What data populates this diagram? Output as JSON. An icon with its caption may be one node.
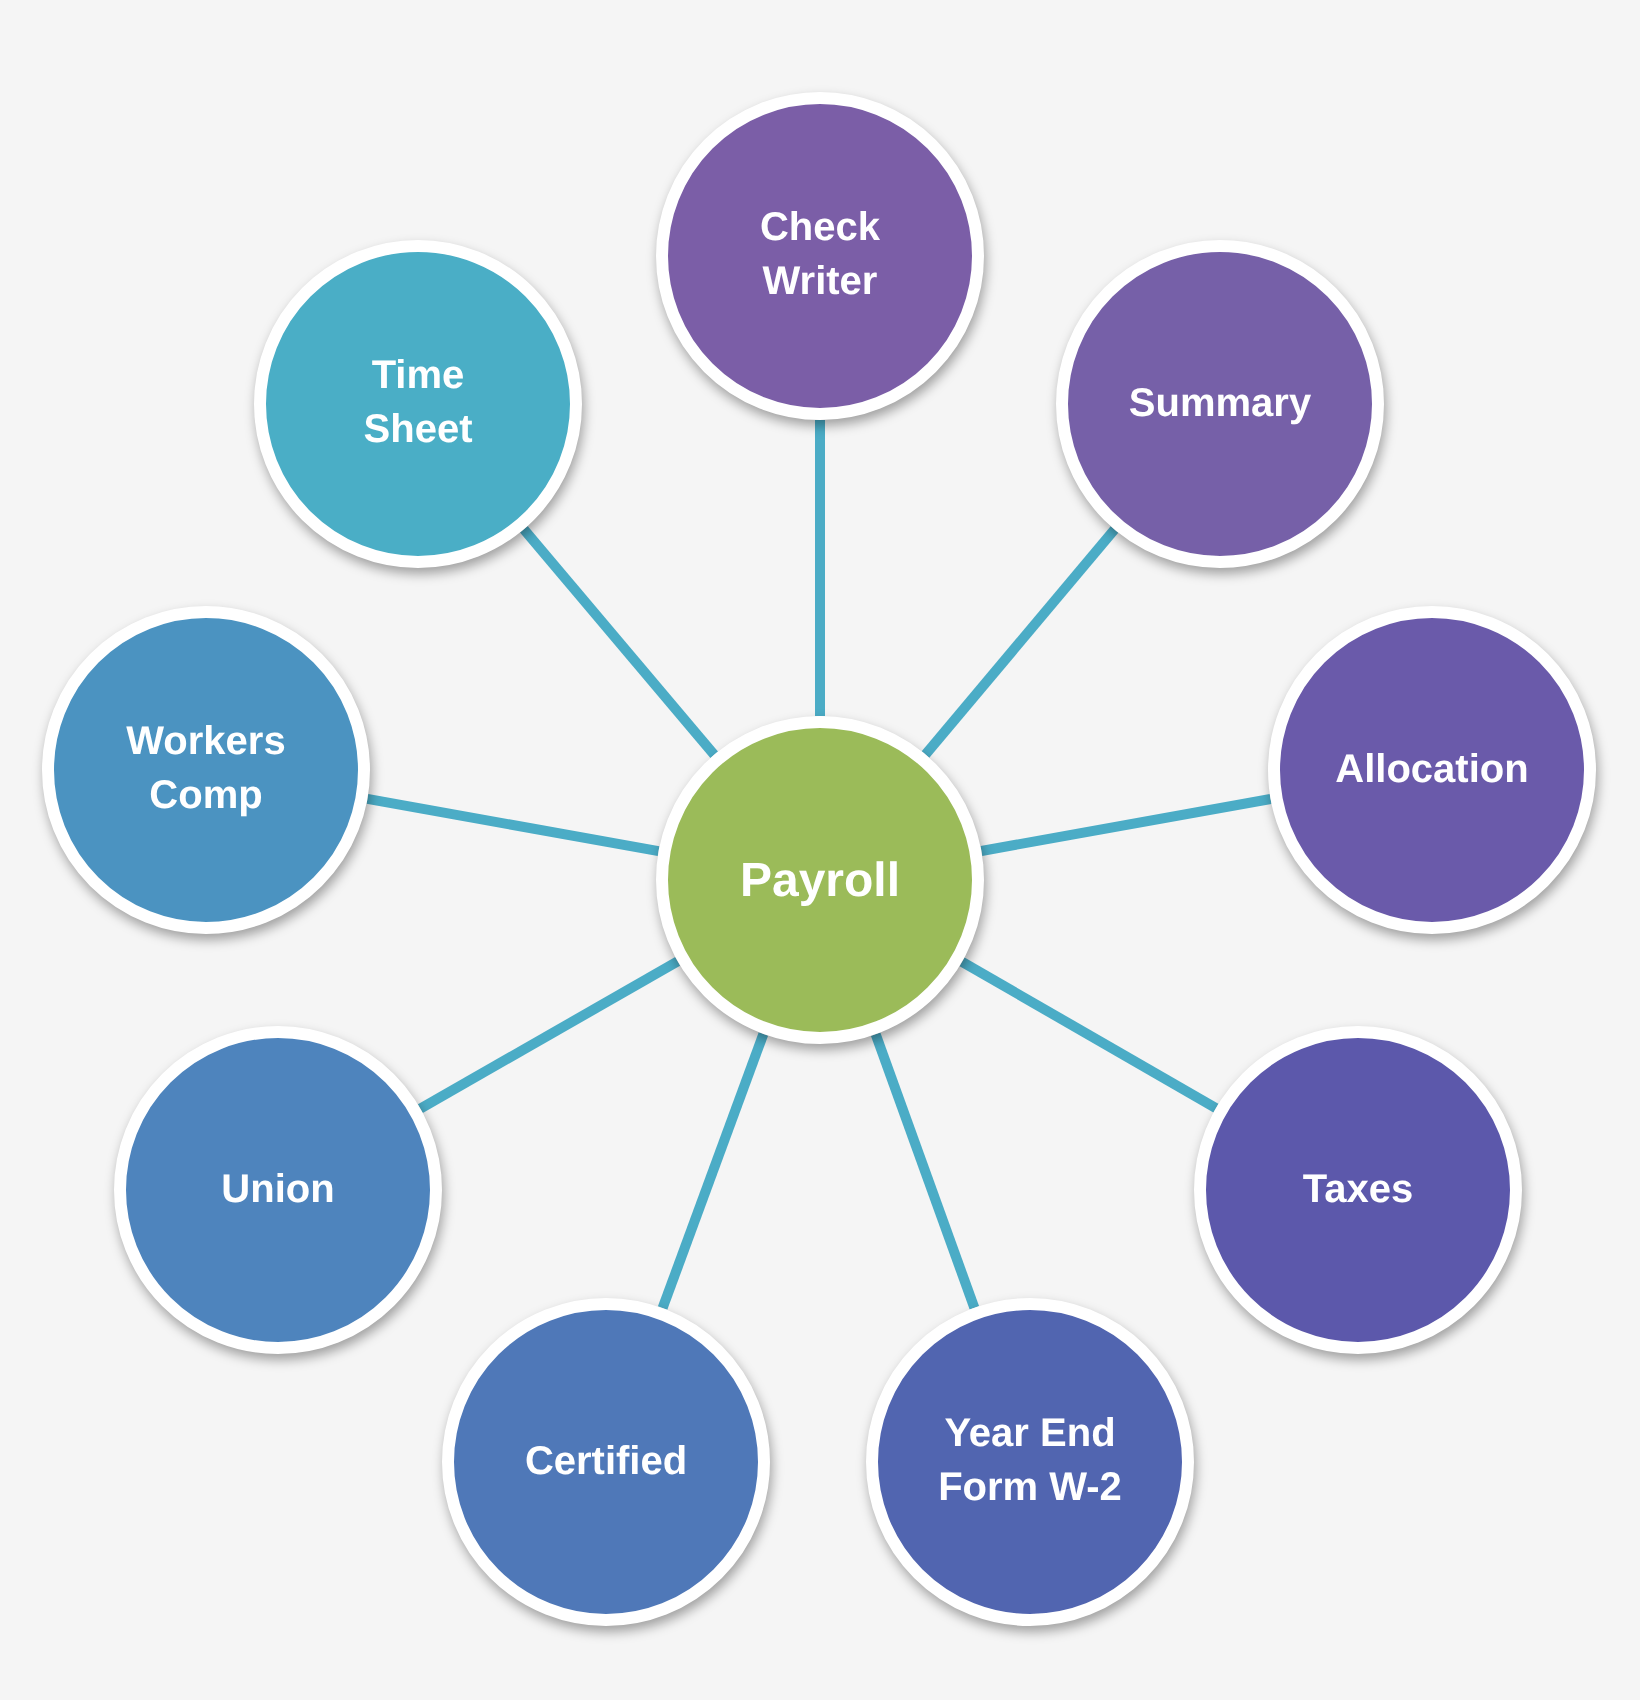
{
  "diagram": {
    "nodes": [
      {
        "text": [
          "Payroll"
        ]
      },
      {
        "text": [
          "Check Writer"
        ]
      },
      {
        "text": [
          "Summary"
        ]
      },
      {
        "text": [
          "Allocation"
        ]
      },
      {
        "text": [
          "Taxes"
        ]
      },
      {
        "text": [
          "Year End Form W-2"
        ]
      },
      {
        "text": [
          "Certified"
        ]
      },
      {
        "text": [
          "Union"
        ]
      },
      {
        "text": [
          "Workers Comp"
        ]
      },
      {
        "text": [
          "Time Sheet"
        ]
      }
    ],
    "edges": [
      {
        "from": 0,
        "to": 1,
        "arrow": "none"
      },
      {
        "from": 0,
        "to": 2,
        "arrow": "none"
      },
      {
        "from": 0,
        "to": 3,
        "arrow": "none"
      },
      {
        "from": 0,
        "to": 4,
        "arrow": "none"
      },
      {
        "from": 0,
        "to": 5,
        "arrow": "none"
      },
      {
        "from": 0,
        "to": 6,
        "arrow": "none"
      },
      {
        "from": 0,
        "to": 7,
        "arrow": "none"
      },
      {
        "from": 0,
        "to": 8,
        "arrow": "none"
      },
      {
        "from": 0,
        "to": 9,
        "arrow": "none"
      }
    ]
  }
}
